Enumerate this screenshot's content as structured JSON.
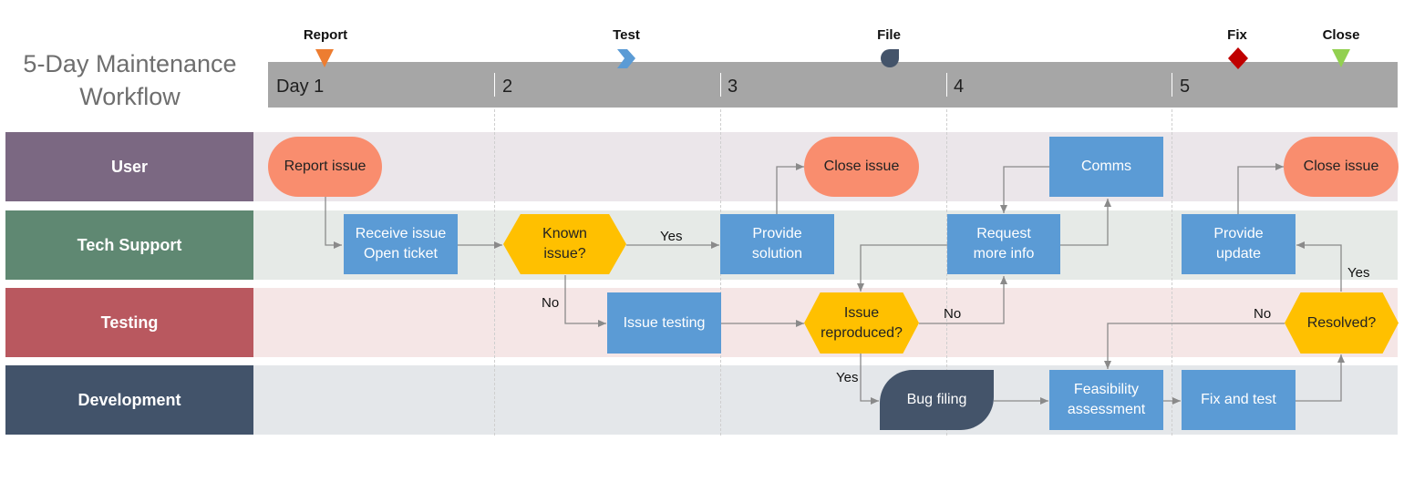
{
  "title": {
    "line1": "5-Day Maintenance",
    "line2": "Workflow"
  },
  "timeline": {
    "days": [
      "Day 1",
      "2",
      "3",
      "4",
      "5"
    ],
    "milestones": [
      {
        "label": "Report",
        "shape": "triangle-down",
        "color": "#ed7d31"
      },
      {
        "label": "Test",
        "shape": "chevron",
        "color": "#5b9bd5"
      },
      {
        "label": "File",
        "shape": "drop",
        "color": "#44546a"
      },
      {
        "label": "Fix",
        "shape": "diamond",
        "color": "#c00000"
      },
      {
        "label": "Close",
        "shape": "triangle-down",
        "color": "#92d050"
      }
    ]
  },
  "lanes": [
    {
      "label": "User",
      "color": "#7b6882",
      "bg": "#ebe6ea"
    },
    {
      "label": "Tech Support",
      "color": "#5f8872",
      "bg": "#e6eae7"
    },
    {
      "label": "Testing",
      "color": "#b9585f",
      "bg": "#f5e6e6"
    },
    {
      "label": "Development",
      "color": "#42536a",
      "bg": "#e4e7ea"
    }
  ],
  "nodes": {
    "report_issue": "Report issue",
    "close_issue_1": "Close issue",
    "comms": "Comms",
    "close_issue_2": "Close issue",
    "receive_issue_1": "Receive issue",
    "receive_issue_2": "Open ticket",
    "known_issue_1": "Known",
    "known_issue_2": "issue?",
    "provide_solution_1": "Provide",
    "provide_solution_2": "solution",
    "request_info_1": "Request",
    "request_info_2": "more info",
    "provide_update_1": "Provide",
    "provide_update_2": "update",
    "issue_testing": "Issue testing",
    "issue_reproduced_1": "Issue",
    "issue_reproduced_2": "reproduced?",
    "resolved": "Resolved?",
    "bug_filing": "Bug filing",
    "feasibility_1": "Feasibility",
    "feasibility_2": "assessment",
    "fix_and_test": "Fix and test"
  },
  "flow_labels": {
    "known_yes": "Yes",
    "known_no": "No",
    "reproduced_no": "No",
    "reproduced_yes": "Yes",
    "resolved_no": "No",
    "resolved_yes": "Yes"
  }
}
